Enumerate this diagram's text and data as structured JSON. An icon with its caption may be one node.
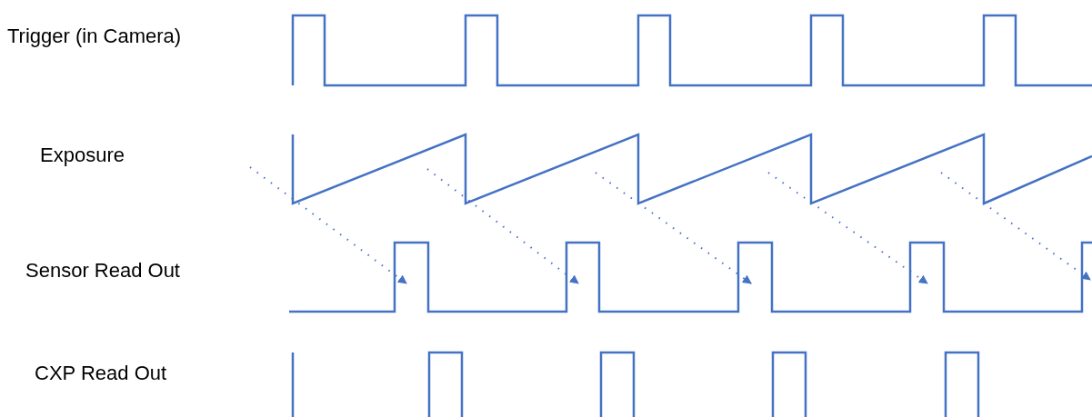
{
  "diagram": {
    "labels": [
      "Trigger (in Camera)",
      "Exposure",
      "Sensor Read Out",
      "CXP Read Out"
    ]
  }
}
